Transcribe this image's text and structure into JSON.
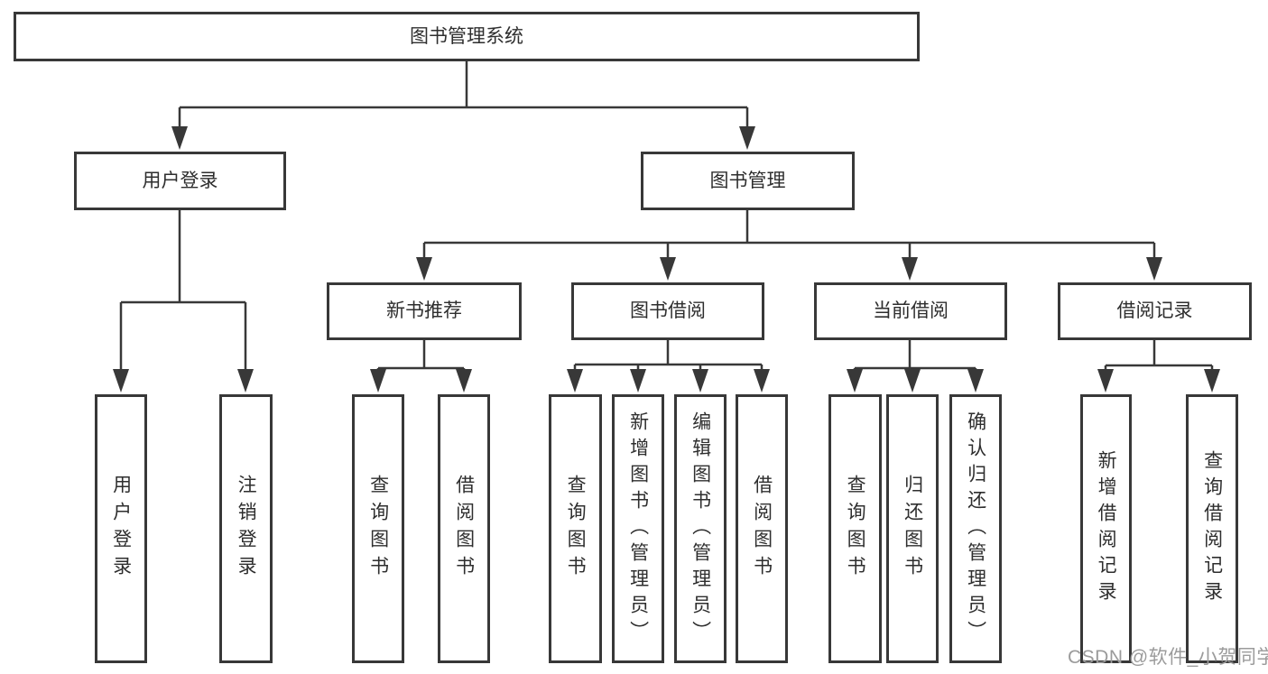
{
  "tree": {
    "label": "图书管理系统",
    "children": [
      {
        "label": "用户登录",
        "children": [
          {
            "label": "用户登录"
          },
          {
            "label": "注销登录"
          }
        ]
      },
      {
        "label": "图书管理",
        "children": [
          {
            "label": "新书推荐",
            "children": [
              {
                "label": "查询图书"
              },
              {
                "label": "借阅图书"
              }
            ]
          },
          {
            "label": "图书借阅",
            "children": [
              {
                "label": "查询图书"
              },
              {
                "label": "新增图书（管理员）"
              },
              {
                "label": "编辑图书（管理员）"
              },
              {
                "label": "借阅图书"
              }
            ]
          },
          {
            "label": "当前借阅",
            "children": [
              {
                "label": "查询图书"
              },
              {
                "label": "归还图书"
              },
              {
                "label": "确认归还（管理员）"
              }
            ]
          },
          {
            "label": "借阅记录",
            "children": [
              {
                "label": "新增借阅记录"
              },
              {
                "label": "查询借阅记录"
              }
            ]
          }
        ]
      }
    ]
  },
  "watermark": {
    "text": "CSDN @软件_小贺同学",
    "color": "#9b9b9b"
  },
  "colors": {
    "background": "#ffffff",
    "box_border": "#383838",
    "box_fill": "#ffffff",
    "connector": "#383838",
    "text": "#2e2e2e"
  }
}
